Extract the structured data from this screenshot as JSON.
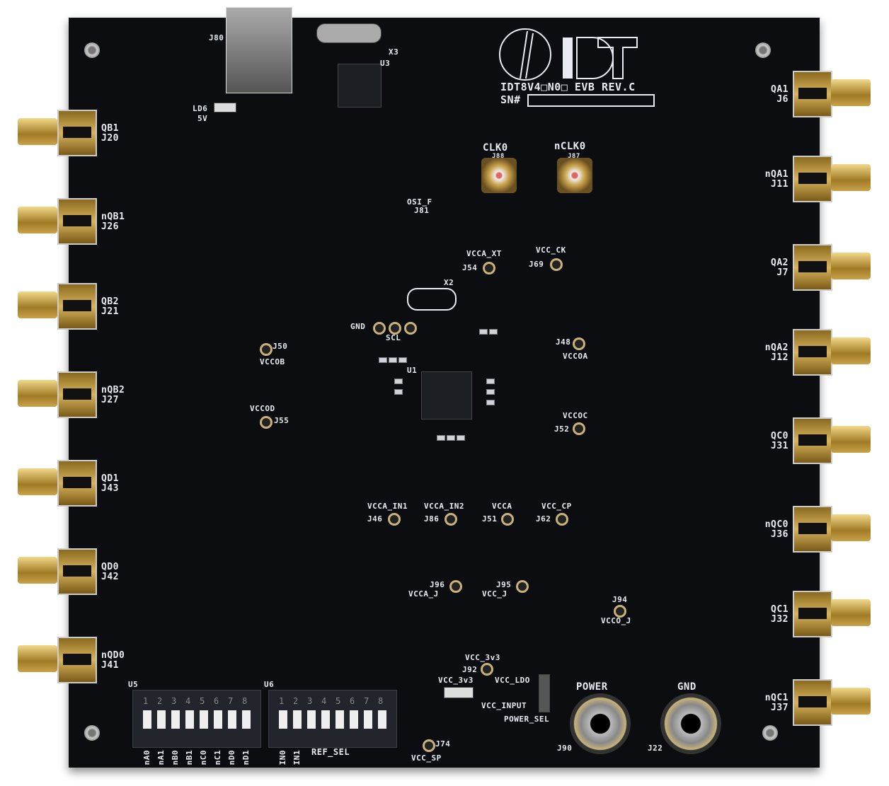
{
  "board": {
    "logo_text": "IDT",
    "part_label": "IDT8V4□N0□ EVB REV.C",
    "serial_label": "SN#",
    "colors": {
      "pcb": "#0b0d10",
      "silkscreen": "#e8ecf2",
      "gold": "#c9a24a"
    }
  },
  "connectors_left": [
    {
      "label": "QB1",
      "ref": "J20"
    },
    {
      "label": "nQB1",
      "ref": "J26"
    },
    {
      "label": "QB2",
      "ref": "J21"
    },
    {
      "label": "nQB2",
      "ref": "J27"
    },
    {
      "label": "QD1",
      "ref": "J43"
    },
    {
      "label": "QD0",
      "ref": "J42"
    },
    {
      "label": "nQD0",
      "ref": "J41"
    }
  ],
  "connectors_right": [
    {
      "label": "QA1",
      "ref": "J6"
    },
    {
      "label": "nQA1",
      "ref": "J11"
    },
    {
      "label": "QA2",
      "ref": "J7"
    },
    {
      "label": "nQA2",
      "ref": "J12"
    },
    {
      "label": "QC0",
      "ref": "J31"
    },
    {
      "label": "nQC0",
      "ref": "J36"
    },
    {
      "label": "QC1",
      "ref": "J32"
    },
    {
      "label": "nQC1",
      "ref": "J37"
    }
  ],
  "clock_inputs": [
    {
      "label": "CLK0",
      "ref": "J88"
    },
    {
      "label": "nCLK0",
      "ref": "J87"
    }
  ],
  "test_points": [
    {
      "label": "VCCA_XT",
      "ref": "J54"
    },
    {
      "label": "VCC_CK",
      "ref": "J69"
    },
    {
      "label": "VCCOB",
      "ref": "J50"
    },
    {
      "label": "VCCOA",
      "ref": "J48"
    },
    {
      "label": "VCCOD",
      "ref": "J55"
    },
    {
      "label": "VCCOC",
      "ref": "J52"
    },
    {
      "label": "VCCA_IN1",
      "ref": "J46"
    },
    {
      "label": "VCCA_IN2",
      "ref": "J86"
    },
    {
      "label": "VCCA",
      "ref": "J51"
    },
    {
      "label": "VCC_CP",
      "ref": "J62"
    },
    {
      "label": "VCCA_J",
      "ref": "J96"
    },
    {
      "label": "VCC_J",
      "ref": "J95"
    },
    {
      "label": "VCCO_J",
      "ref": "J94"
    },
    {
      "label": "VCC_3v3",
      "ref": "J92"
    },
    {
      "label": "VCC_SP",
      "ref": "J74"
    }
  ],
  "misc_labels": {
    "usb": "J80",
    "crystal_u3": "X3",
    "u3": "U3",
    "led": "LD6",
    "led_voltage": "5V",
    "osi": "OSI_F",
    "osi_ref": "J81",
    "x2": "X2",
    "gnd": "GND",
    "scl": "SCL",
    "u1": "U1",
    "u5": "U5",
    "u6": "U6",
    "ref_sel": "REF_SEL",
    "vcc_3v3_led": "VCC_3v3",
    "vcc_ldo": "VCC_LDO",
    "vcc_input": "VCC_INPUT",
    "power_sel": "POWER_SEL",
    "power": "POWER",
    "power_ref": "J90",
    "gnd_jack": "GND",
    "gnd_ref": "J22"
  },
  "dip_u5": {
    "numbers": [
      "1",
      "2",
      "3",
      "4",
      "5",
      "6",
      "7",
      "8"
    ],
    "pins": [
      "nA0",
      "nA1",
      "nB0",
      "nB1",
      "nC0",
      "nC1",
      "nD0",
      "nD1"
    ]
  },
  "dip_u6": {
    "numbers": [
      "1",
      "2",
      "3",
      "4",
      "5",
      "6",
      "7",
      "8"
    ],
    "pins": [
      "IN0",
      "IN1"
    ]
  }
}
